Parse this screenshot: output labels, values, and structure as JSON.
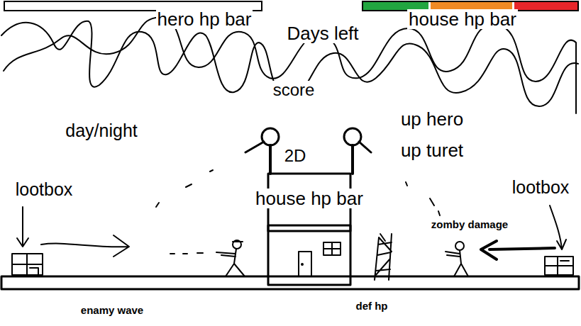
{
  "diagram": {
    "nodes": [
      {
        "text": [
          "hero hp bar"
        ]
      },
      {
        "text": [
          "house hp bar"
        ]
      }
    ],
    "labels": [
      "Days left",
      "score",
      "day/night",
      "up hero",
      "2D",
      "up turet",
      "lootbox",
      "house hp bar",
      "lootbox",
      "zomby damage",
      "enamy wave",
      "def hp"
    ]
  }
}
